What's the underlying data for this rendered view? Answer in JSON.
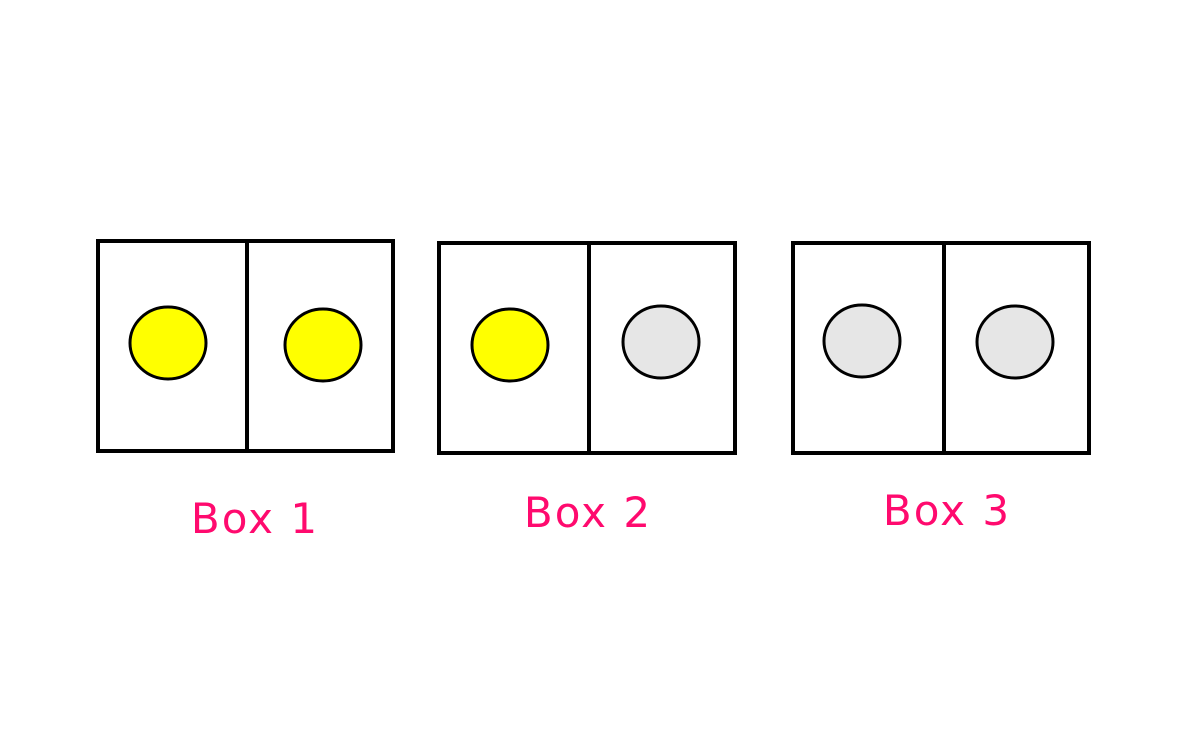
{
  "colors": {
    "outline": "#000000",
    "label": "#ff0a6e",
    "ball_yellow": "#ffff00",
    "ball_gray": "#e6e6e6",
    "background": "#ffffff"
  },
  "boxes": [
    {
      "label": "Box 1",
      "compartments": [
        {
          "ball": "yellow"
        },
        {
          "ball": "yellow"
        }
      ]
    },
    {
      "label": "Box 2",
      "compartments": [
        {
          "ball": "yellow"
        },
        {
          "ball": "gray"
        }
      ]
    },
    {
      "label": "Box 3",
      "compartments": [
        {
          "ball": "gray"
        },
        {
          "ball": "gray"
        }
      ]
    }
  ]
}
